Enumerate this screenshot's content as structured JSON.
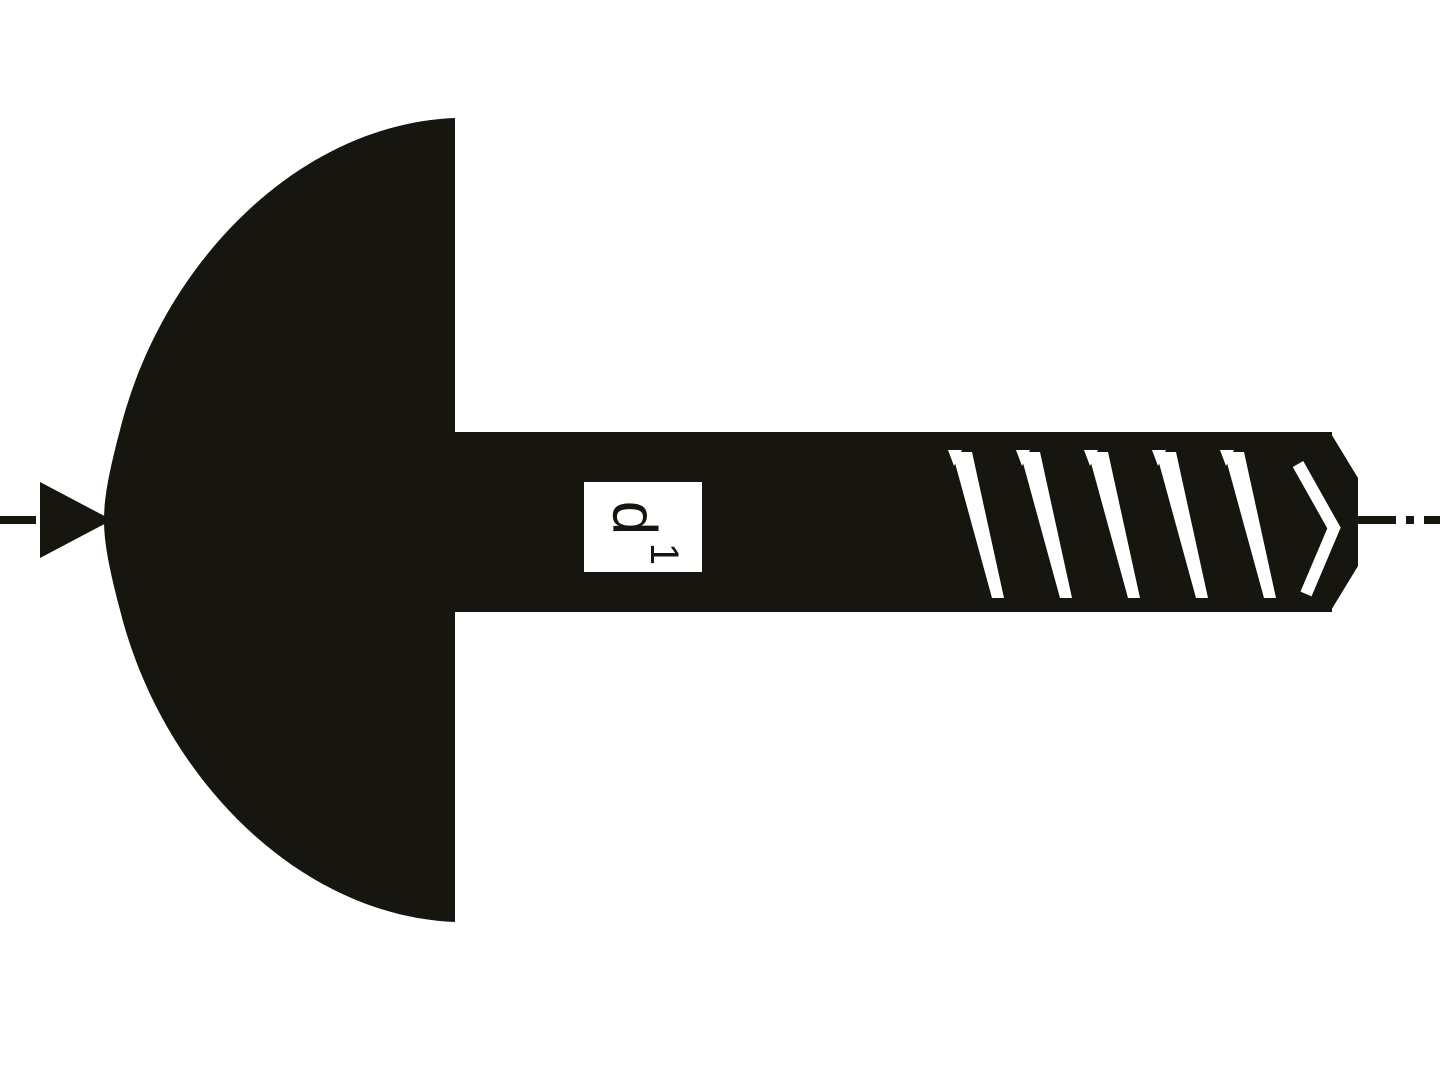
{
  "diagram": {
    "type": "technical-dimension-drawing",
    "subject": "screw-side-view-silhouette",
    "colors": {
      "ink": "#16150f",
      "background": "#ffffff",
      "label_background": "#ffffff",
      "label_text": "#16150f"
    },
    "dimension_label": {
      "base": "d",
      "subscript": "1"
    }
  }
}
